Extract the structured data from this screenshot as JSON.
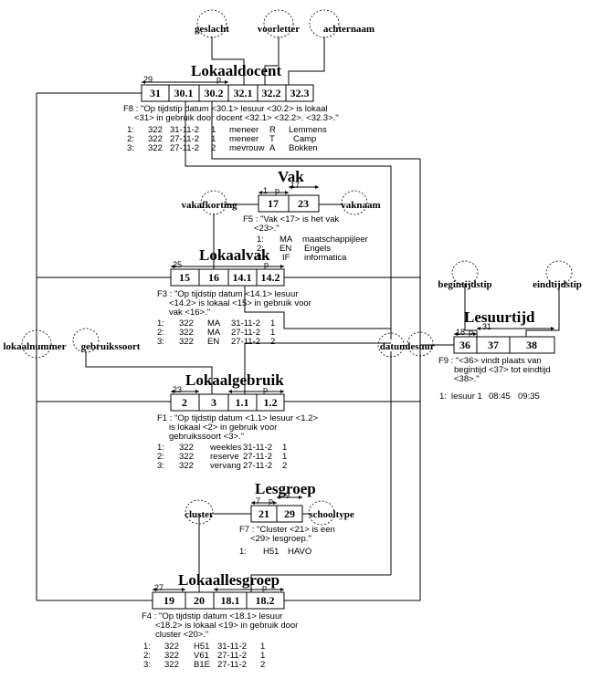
{
  "facttypes": {
    "lokaaldocent": {
      "title": "Lokaaldocent",
      "cells": [
        "31",
        "30.1",
        "30.2",
        "32.1",
        "32.2",
        "32.3"
      ],
      "uniq": [
        "29",
        "p"
      ],
      "fact": [
        "F8 : \"Op tijdstip datum <30.1> lesuur <30.2> is lokaal",
        "<31> in gebruik door docent <32.1> <32.2>. <32.3>.\""
      ],
      "rows": [
        [
          "1:",
          "322",
          "31-11-2",
          "1",
          "meneer",
          "R",
          "Lemmens"
        ],
        [
          "2:",
          "322",
          "27-11-2",
          "1",
          "meneer",
          "T",
          "Camp"
        ],
        [
          "3:",
          "322",
          "27-11-2",
          "2",
          "mevrouw",
          "A",
          "Bokken"
        ]
      ]
    },
    "vak": {
      "title": "Vak",
      "cells": [
        "17",
        "23"
      ],
      "uniq": [
        "1",
        "p",
        "17"
      ],
      "fact": [
        "F5 : \"Vak <17> is het vak",
        "<23>.\""
      ],
      "rows": [
        [
          "1:",
          "MA",
          "maatschappijleer"
        ],
        [
          "2:",
          "EN",
          "Engels"
        ],
        [
          "3:",
          "IF",
          "informatica"
        ]
      ]
    },
    "lokaalvak": {
      "title": "Lokaalvak",
      "cells": [
        "15",
        "16",
        "14.1",
        "14.2"
      ],
      "uniq": [
        "25",
        "p"
      ],
      "fact": [
        "F3 : \"Op tijdstip datum <14.1> lesuur",
        "<14.2> is lokaal <15> in gebruik voor",
        "vak <16>.\""
      ],
      "rows": [
        [
          "1:",
          "322",
          "MA",
          "31-11-2",
          "1"
        ],
        [
          "2:",
          "322",
          "MA",
          "27-11-2",
          "1"
        ],
        [
          "3:",
          "322",
          "EN",
          "27-11-2",
          "2"
        ]
      ]
    },
    "lesuurtijd": {
      "title": "Lesuurtijd",
      "cells": [
        "36",
        "37",
        "38"
      ],
      "uniq": [
        "18",
        "p",
        "31"
      ],
      "fact": [
        "F9 : \"<36> vindt plaats van",
        "begintijd <37> tot eindtijd",
        "<38>.\""
      ],
      "rows": [
        [
          "1:",
          "lesuur 1",
          "08:45",
          "09:35"
        ]
      ]
    },
    "lokaalgebruik": {
      "title": "Lokaalgebruik",
      "cells": [
        "2",
        "3",
        "1.1",
        "1.2"
      ],
      "uniq": [
        "23",
        "p"
      ],
      "fact": [
        "F1 : \"Op tijdstip datum <1.1> lesuur <1.2>",
        "is lokaal <2> in gebruik voor",
        "gebruikssoort <3>.\""
      ],
      "rows": [
        [
          "1:",
          "322",
          "weekles",
          "31-11-2",
          "1"
        ],
        [
          "2:",
          "322",
          "reserve",
          "27-11-2",
          "1"
        ],
        [
          "3:",
          "322",
          "vervang",
          "27-11-2",
          "2"
        ]
      ]
    },
    "lesgroep": {
      "title": "Lesgroep",
      "cells": [
        "21",
        "29"
      ],
      "uniq": [
        "7",
        "p",
        "9"
      ],
      "fact": [
        "F7 : \"Cluster <21> is een",
        "<29> lesgroep.\""
      ],
      "rows": [
        [
          "1:",
          "H51",
          "HAVO"
        ]
      ]
    },
    "lokaallesgroep": {
      "title": "Lokaallesgroep",
      "cells": [
        "19",
        "20",
        "18.1",
        "18.2"
      ],
      "uniq": [
        "27",
        "p"
      ],
      "fact": [
        "F4 : \"Op tijdstip datum <18.1> lesuur",
        "<18.2> is lokaal <19> in gebruik door",
        "cluster <20>.\""
      ],
      "rows": [
        [
          "1:",
          "322",
          "H51",
          "31-11-2",
          "1"
        ],
        [
          "2:",
          "322",
          "V61",
          "27-11-2",
          "1"
        ],
        [
          "3:",
          "322",
          "B1E",
          "27-11-2",
          "2"
        ]
      ]
    }
  },
  "entities": {
    "geslacht": "geslacht",
    "voorletter": "voorletter",
    "achternaam": "achternaam",
    "vakafkorting": "vakafkorting",
    "vaknaam": "vaknaam",
    "begintijdstip": "begintijdstip",
    "eindtijdstip": "eindtijdstip",
    "lokaalnummer": "lokaalnummer",
    "gebruikssoort": "gebruikssoort",
    "datum": "datum",
    "lesuur": "lesuur",
    "cluster": "cluster",
    "schooltype": "schooltype"
  }
}
